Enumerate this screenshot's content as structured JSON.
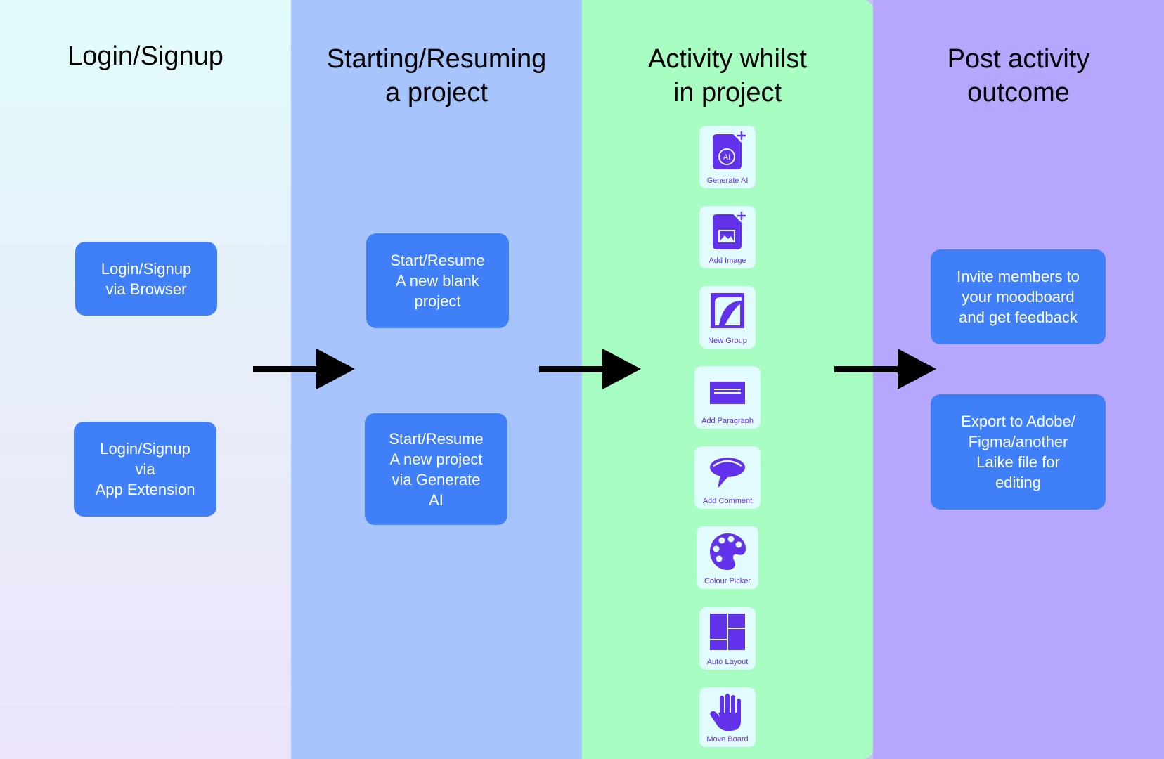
{
  "colors": {
    "lane_login": "#e1fbfb",
    "lane_start": "#a7c5fc",
    "lane_activity": "#a8fdc2",
    "lane_post": "#b6a6fd",
    "box": "#3f80f9",
    "icon": "#6232ea",
    "arrow": "#000000"
  },
  "lanes": [
    {
      "title": "Login/Signup",
      "boxes": [
        "Login/Signup\nvia Browser",
        "Login/Signup\nvia\nApp Extension"
      ]
    },
    {
      "title": "Starting/Resuming\na project",
      "boxes": [
        "Start/Resume\nA new blank\nproject",
        "Start/Resume\nA new project\nvia Generate\nAI"
      ]
    },
    {
      "title": "Activity whilst\nin project",
      "tools": [
        {
          "label": "Generate AI",
          "icon": "generate-ai-icon"
        },
        {
          "label": "Add Image",
          "icon": "add-image-icon"
        },
        {
          "label": "New Group",
          "icon": "new-group-icon"
        },
        {
          "label": "Add Paragraph",
          "icon": "add-paragraph-icon"
        },
        {
          "label": "Add Comment",
          "icon": "add-comment-icon"
        },
        {
          "label": "Colour Picker",
          "icon": "colour-picker-icon"
        },
        {
          "label": "Auto Layout",
          "icon": "auto-layout-icon"
        },
        {
          "label": "Move Board",
          "icon": "move-board-icon"
        }
      ]
    },
    {
      "title": "Post activity\noutcome",
      "boxes": [
        "Invite members to\nyour moodboard\nand get feedback",
        "Export to Adobe/\nFigma/another\nLaike file for\nediting"
      ]
    }
  ]
}
